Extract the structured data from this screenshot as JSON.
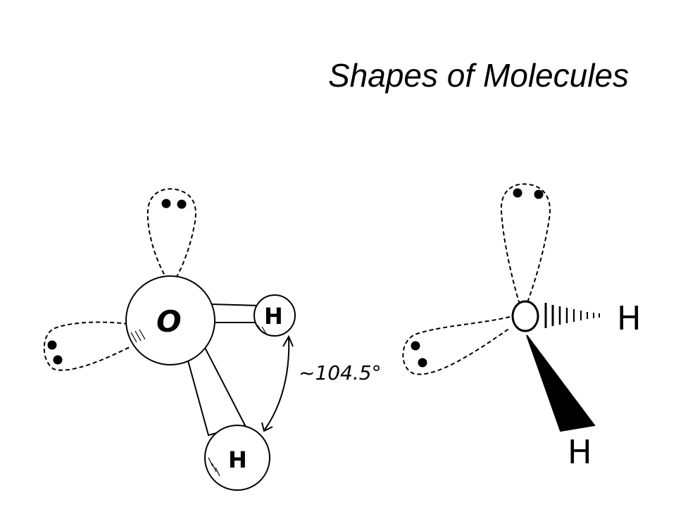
{
  "slide": {
    "title": "Shapes of Molecules"
  },
  "ball_and_stick": {
    "central_atom": "O",
    "atom_top_right": "H",
    "atom_bottom": "H",
    "angle_label": "~104.5°"
  },
  "wedge_dash": {
    "atom_right": "H",
    "atom_bottom": "H"
  },
  "colors": {
    "ink": "#000000",
    "background": "#ffffff"
  }
}
